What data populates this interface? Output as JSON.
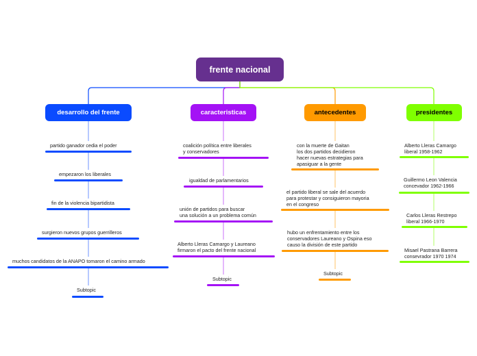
{
  "map": {
    "root": {
      "label": "frente nacional",
      "color": "#66308f"
    },
    "branches": [
      {
        "label": "desarrollo del frente",
        "color": "#0a4bff",
        "text_color": "#ffffff",
        "topics": [
          "partido ganador cedia el poder",
          "empezaron los liberales",
          "fin de la violencia bipartidista",
          "surgieron nuevos grupos guerrilleros",
          "muchos candidatos de la ANAPO tomaron el camino armado",
          "Subtopic"
        ]
      },
      {
        "label": "caracteristicas",
        "color": "#a412f5",
        "text_color": "#ffffff",
        "topics": [
          "coalición política entre liberales\ny conservadores",
          "igualdad de parlamentarios",
          "unión de partidos para buscar\nuna solución a un problema común",
          "Alberto Lleras Camargo y Laureano\nfirmaron el pacto del frente nacional",
          "Subtopic"
        ]
      },
      {
        "label": "antecedentes",
        "color": "#ff9a00",
        "text_color": "#000000",
        "topics": [
          "con la muerte de Gaitan\nlos dos partidos decidieron\nhacer nuevas estrategias para\napasiguar a la gente",
          "el partido liberal se sale del acuerdo\npara protestar y consiguieron mayoria\nen el congreso",
          "hubo un enfrentamiento entre los\nconservadores Laureano y Ospina eso\ncauso la división de este partido",
          "Subtopic"
        ]
      },
      {
        "label": "presidentes",
        "color": "#7fff00",
        "text_color": "#000000",
        "topics": [
          "Alberto Lleras Camargo\nliberal 1958-1962",
          "Guillermo Leon Valencia\nconcevador 1962-1966",
          "Carlos Lleras Restrepo\nliberal 1966-1970",
          "Misael Pastrana Barrera\nconsevrador 1970 1974"
        ]
      }
    ]
  }
}
